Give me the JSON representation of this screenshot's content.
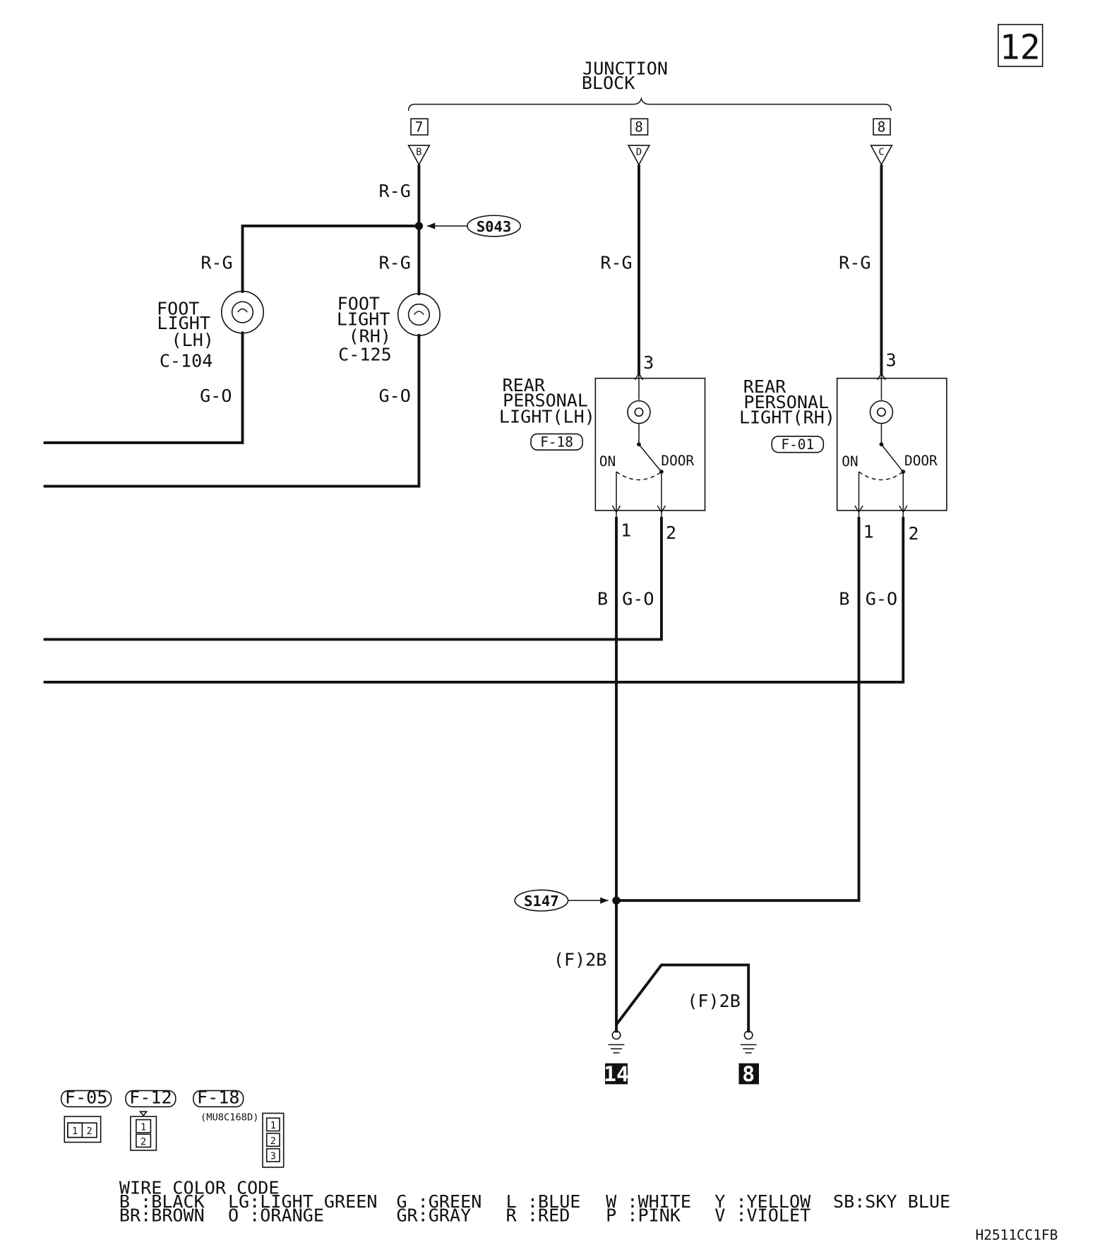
{
  "page": {
    "page_number": "12",
    "doc_code": "H2511CC1FB"
  },
  "junction_block": {
    "title_line1": "JUNCTION",
    "title_line2": "BLOCK",
    "terminals": [
      {
        "number": "7",
        "letter": "B"
      },
      {
        "number": "8",
        "letter": "D"
      },
      {
        "number": "8",
        "letter": "C"
      }
    ]
  },
  "splices": {
    "upper": "S043",
    "lower": "S147"
  },
  "wires": {
    "rg": "R-G",
    "go": "G-O",
    "b": "B",
    "f2b": "(F)2B"
  },
  "foot_light_lh": {
    "line1": "FOOT",
    "line2": "LIGHT",
    "line3": "(LH)",
    "connector": "C-104"
  },
  "foot_light_rh": {
    "line1": "FOOT",
    "line2": "LIGHT",
    "line3": "(RH)",
    "connector": "C-125"
  },
  "rear_light_lh": {
    "line1": "REAR",
    "line2": "PERSONAL",
    "line3": "LIGHT(LH)",
    "connector": "F-18",
    "switch_on": "ON",
    "switch_door": "DOOR",
    "pin_top": "3",
    "pin_left": "1",
    "pin_right": "2"
  },
  "rear_light_rh": {
    "line1": "REAR",
    "line2": "PERSONAL",
    "line3": "LIGHT(RH)",
    "connector": "F-01",
    "switch_on": "ON",
    "switch_door": "DOOR",
    "pin_top": "3",
    "pin_left": "1",
    "pin_right": "2"
  },
  "grounds": [
    "14",
    "8"
  ],
  "connector_legend": [
    {
      "name": "F-05",
      "pins": [
        "1",
        "2"
      ]
    },
    {
      "name": "F-12",
      "pins": [
        "1",
        "2"
      ]
    },
    {
      "name": "F-18",
      "part_no": "(MU8C168D)",
      "pins": [
        "1",
        "2",
        "3"
      ]
    }
  ],
  "wire_color_code": {
    "title": "WIRE COLOR CODE",
    "rows": [
      [
        "B :BLACK",
        "LG:LIGHT GREEN",
        "G :GREEN",
        "L :BLUE",
        "W :WHITE",
        "Y :YELLOW",
        "SB:SKY BLUE"
      ],
      [
        "BR:BROWN",
        "O :ORANGE",
        "GR:GRAY",
        "R :RED",
        "P :PINK",
        "V :VIOLET",
        ""
      ]
    ]
  }
}
